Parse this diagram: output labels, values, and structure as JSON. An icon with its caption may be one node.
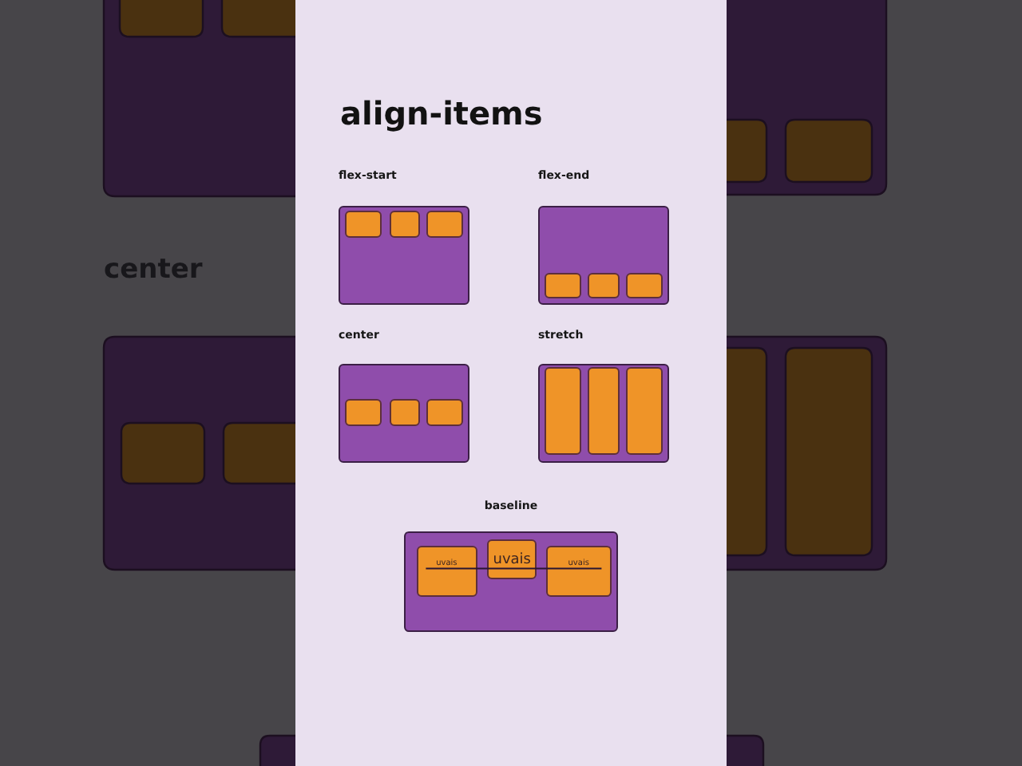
{
  "diagram": {
    "title": "align-items",
    "nodes": [
      {
        "text": [
          "flex-start"
        ]
      },
      {
        "text": [],
        "shape": "box",
        "in": 0
      },
      {
        "text": [],
        "shape": "box",
        "in": 0
      },
      {
        "text": [],
        "shape": "box",
        "in": 0
      },
      {
        "text": [
          "flex-end"
        ]
      },
      {
        "text": [],
        "shape": "box",
        "in": 4
      },
      {
        "text": [],
        "shape": "box",
        "in": 4
      },
      {
        "text": [],
        "shape": "box",
        "in": 4
      },
      {
        "text": [
          "center"
        ]
      },
      {
        "text": [],
        "shape": "box",
        "in": 8
      },
      {
        "text": [],
        "shape": "box",
        "in": 8
      },
      {
        "text": [],
        "shape": "box",
        "in": 8
      },
      {
        "text": [
          "stretch"
        ]
      },
      {
        "text": [],
        "shape": "box",
        "in": 12
      },
      {
        "text": [],
        "shape": "box",
        "in": 12
      },
      {
        "text": [],
        "shape": "box",
        "in": 12
      },
      {
        "text": [
          "baseline"
        ]
      },
      {
        "text": [
          "uvais"
        ],
        "in": 16
      },
      {
        "text": [
          "uvais"
        ],
        "in": 16
      },
      {
        "text": [
          "uvais"
        ],
        "in": 16
      }
    ],
    "labels": [
      "center"
    ]
  }
}
